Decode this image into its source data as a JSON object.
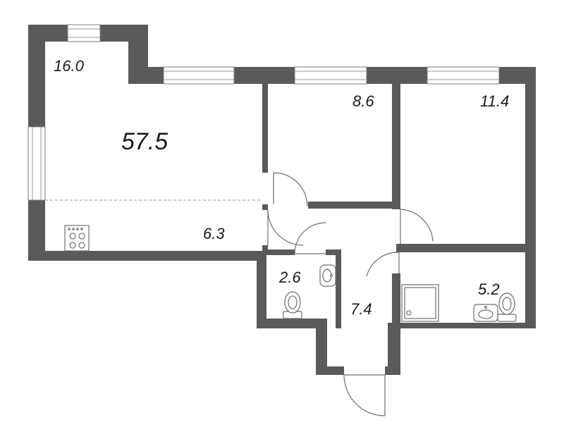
{
  "plan": {
    "total_area": "57.5",
    "rooms": [
      {
        "id": "living-room",
        "area": "16.0"
      },
      {
        "id": "bedroom-1",
        "area": "8.6"
      },
      {
        "id": "bedroom-2",
        "area": "11.4"
      },
      {
        "id": "kitchen",
        "area": "6.3"
      },
      {
        "id": "toilet",
        "area": "2.6"
      },
      {
        "id": "hallway",
        "area": "7.4"
      },
      {
        "id": "bathroom",
        "area": "5.2"
      }
    ]
  }
}
